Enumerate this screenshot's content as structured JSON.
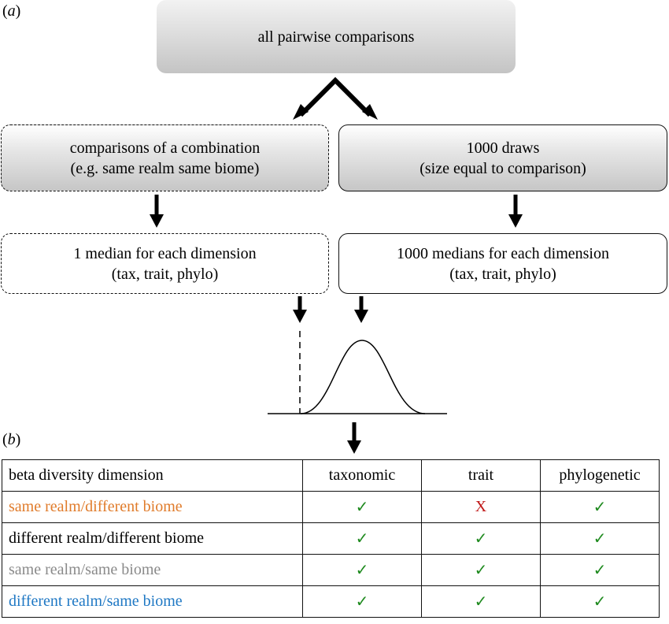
{
  "panel_a": {
    "prefix": "(",
    "letter": "a",
    "suffix": ")"
  },
  "panel_b": {
    "prefix": "(",
    "letter": "b",
    "suffix": ")"
  },
  "flow": {
    "top": "all pairwise comparisons",
    "combo_line1": "comparisons of a combination",
    "combo_line2": "(e.g. same realm same biome)",
    "draws_line1": "1000 draws",
    "draws_line2": "(size equal to comparison)",
    "median_line1": "1 median for each dimension",
    "median_line2": "(tax, trait, phylo)",
    "medians_line1": "1000 medians for each dimension",
    "medians_line2": "(tax, trait, phylo)"
  },
  "table": {
    "headers": [
      "beta diversity dimension",
      "taxonomic",
      "trait",
      "phylogenetic"
    ],
    "rows": [
      {
        "label": "same realm/different biome",
        "color": "#e07b2a",
        "values": [
          "✓",
          "X",
          "✓"
        ]
      },
      {
        "label": "different realm/different biome",
        "color": "#000000",
        "values": [
          "✓",
          "✓",
          "✓"
        ]
      },
      {
        "label": "same realm/same biome",
        "color": "#8a8a8a",
        "values": [
          "✓",
          "✓",
          "✓"
        ]
      },
      {
        "label": "different realm/same biome",
        "color": "#1f78c4",
        "values": [
          "✓",
          "✓",
          "✓"
        ]
      }
    ],
    "check_color": "#1e8a1e",
    "cross_color": "#c01818"
  }
}
